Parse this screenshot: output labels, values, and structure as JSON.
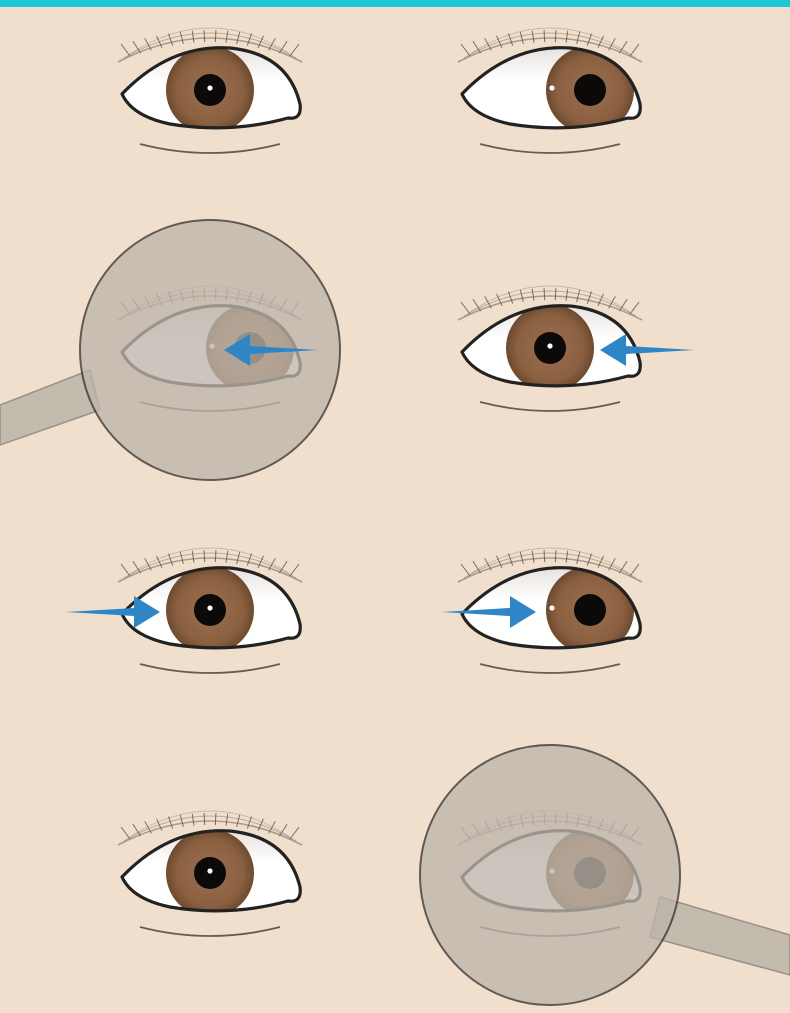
{
  "colors": {
    "background": "#f0dfcc",
    "top_bar": "#1ec8d4",
    "iris": "#8a6040",
    "iris_edge": "#6e4a2e",
    "sclera": "#ffffff",
    "outline": "#222222",
    "arrow": "#2f86c7",
    "occluder": "#bdb5ab"
  },
  "rows": [
    {
      "row": 1,
      "left_eye": {
        "gaze": "straight",
        "arrow": false,
        "covered": false
      },
      "right_eye": {
        "gaze": "deviated-outward",
        "arrow": false,
        "covered": false
      }
    },
    {
      "row": 2,
      "left_eye": {
        "gaze": "deviated-outward",
        "arrow": true,
        "covered": true
      },
      "right_eye": {
        "gaze": "straight",
        "arrow": true,
        "covered": false
      }
    },
    {
      "row": 3,
      "left_eye": {
        "gaze": "straight",
        "arrow": true,
        "covered": false
      },
      "right_eye": {
        "gaze": "deviated-outward",
        "arrow": true,
        "covered": false
      }
    },
    {
      "row": 4,
      "left_eye": {
        "gaze": "straight",
        "arrow": false,
        "covered": false
      },
      "right_eye": {
        "gaze": "deviated-outward",
        "arrow": false,
        "covered": true
      }
    }
  ],
  "icons": [
    "eye-icon",
    "arrow-icon",
    "occluder-paddle-icon"
  ]
}
